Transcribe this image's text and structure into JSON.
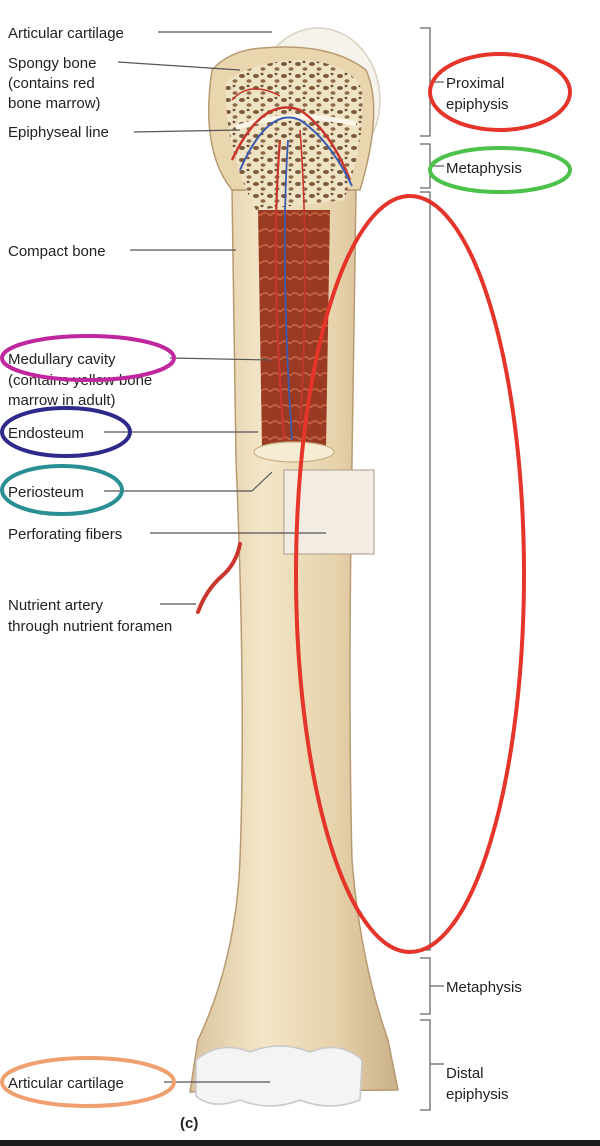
{
  "left_labels": {
    "articular_cartilage_top": "Articular cartilage",
    "spongy_bone_1": "Spongy bone",
    "spongy_bone_2": "(contains red",
    "spongy_bone_3": "bone marrow)",
    "epiphyseal_line": "Epiphyseal line",
    "compact_bone": "Compact bone",
    "medullary_cavity_1": "Medullary cavity",
    "medullary_cavity_2": "(contains yellow bone",
    "medullary_cavity_3": "marrow in adult)",
    "endosteum": "Endosteum",
    "periosteum": "Periosteum",
    "perforating_fibers": "Perforating fibers",
    "nutrient_artery_1": "Nutrient artery",
    "nutrient_artery_2": "through nutrient foramen",
    "articular_cartilage_bottom": "Articular cartilage"
  },
  "right_labels": {
    "proximal_epiphysis_1": "Proximal",
    "proximal_epiphysis_2": "epiphysis",
    "metaphysis_top": "Metaphysis",
    "metaphysis_bottom": "Metaphysis",
    "distal_epiphysis_1": "Distal",
    "distal_epiphysis_2": "epiphysis"
  },
  "panel_label": "(c)",
  "colors": {
    "proximal_epiphysis_circle": "#e5342a",
    "metaphysis_circle": "#4cc24a",
    "diaphysis_circle": "#e5342a",
    "medullary_cavity_circle": "#c0279e",
    "endosteum_circle": "#2e2a8c",
    "periosteum_circle": "#2a8f94",
    "articular_cartilage_circle": "#f0a070",
    "bone": "#ecdcb8",
    "artery": "#c8362c",
    "vein": "#3a5bb0",
    "marrow": "#8a2e1c"
  }
}
